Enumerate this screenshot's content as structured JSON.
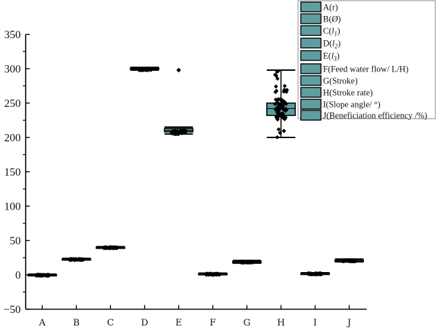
{
  "chart_data": {
    "type": "box",
    "title": "",
    "xlabel": "",
    "ylabel": "",
    "ylim": [
      -50,
      350
    ],
    "yticks": [
      -50,
      0,
      50,
      100,
      150,
      200,
      250,
      300,
      350
    ],
    "minor_ticks_every": 25,
    "grid": false,
    "legend_position": "top-right",
    "box_color": "#5f9ea0",
    "categories": [
      "A",
      "B",
      "C",
      "D",
      "E",
      "F",
      "G",
      "H",
      "I",
      "J"
    ],
    "series": [
      {
        "name": "A(r)",
        "category": "A",
        "min": -1,
        "q1": -0.5,
        "median": 0,
        "q3": 0.5,
        "max": 1,
        "outliers": []
      },
      {
        "name": "B(Ø)",
        "category": "B",
        "min": 22,
        "q1": 22.5,
        "median": 23,
        "q3": 23.5,
        "max": 24,
        "outliers": []
      },
      {
        "name": "C(l1)",
        "category": "C",
        "min": 39,
        "q1": 39.5,
        "median": 40,
        "q3": 40.5,
        "max": 41,
        "outliers": []
      },
      {
        "name": "D(l2)",
        "category": "D",
        "min": 298,
        "q1": 299,
        "median": 300,
        "q3": 301,
        "max": 302,
        "outliers": []
      },
      {
        "name": "E(l3)",
        "category": "E",
        "min": 205,
        "q1": 208,
        "median": 210,
        "q3": 213,
        "max": 215,
        "outliers": [
          298
        ]
      },
      {
        "name": "F(Feed water flow/ L/H)",
        "category": "F",
        "min": 0.5,
        "q1": 1,
        "median": 1.5,
        "q3": 2,
        "max": 2.5,
        "outliers": []
      },
      {
        "name": "G(Stroke)",
        "category": "G",
        "min": 17,
        "q1": 18.5,
        "median": 19,
        "q3": 19.5,
        "max": 21,
        "outliers": []
      },
      {
        "name": "H(Stroke rate)",
        "category": "H",
        "min": 200,
        "q1": 232,
        "median": 242,
        "q3": 250,
        "max": 298,
        "outliers": []
      },
      {
        "name": "I(Slope angle/ °)",
        "category": "I",
        "min": 1,
        "q1": 1.5,
        "median": 2,
        "q3": 2.5,
        "max": 3,
        "outliers": []
      },
      {
        "name": "J(Beneficiation efficiency /%)",
        "category": "J",
        "min": 19,
        "q1": 20.5,
        "median": 21,
        "q3": 21.5,
        "max": 23,
        "outliers": []
      }
    ]
  },
  "legend": {
    "items": [
      {
        "prefix": "A(",
        "sub": "",
        "italic": "",
        "text": "A(r)"
      },
      {
        "text": "B(Ø)"
      },
      {
        "text": "C(l1)"
      },
      {
        "text": "D(l2)"
      },
      {
        "text": "E(l3)"
      },
      {
        "text": "F(Feed water flow/ L/H)"
      },
      {
        "text": "G(Stroke)"
      },
      {
        "text": "H(Stroke rate)"
      },
      {
        "text": "I(Slope angle/ °)"
      },
      {
        "text": "J(Beneficiation efficiency /%)"
      }
    ]
  }
}
